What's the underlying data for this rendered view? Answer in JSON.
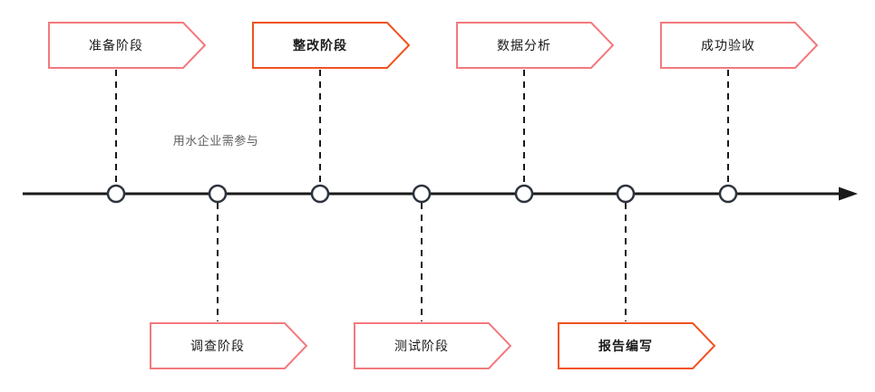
{
  "diagram": {
    "type": "timeline",
    "note": {
      "text": "用水企业需参与"
    },
    "stages": [
      {
        "label": "准备阶段",
        "side": "top",
        "highlighted": false
      },
      {
        "label": "调查阶段",
        "side": "bottom",
        "highlighted": false
      },
      {
        "label": "整改阶段",
        "side": "top",
        "highlighted": true
      },
      {
        "label": "测试阶段",
        "side": "bottom",
        "highlighted": false
      },
      {
        "label": "数据分析",
        "side": "top",
        "highlighted": false
      },
      {
        "label": "报告编写",
        "side": "bottom",
        "highlighted": true
      },
      {
        "label": "成功验收",
        "side": "top",
        "highlighted": false
      }
    ],
    "colors": {
      "stage_border_default": "#F3797E",
      "stage_border_highlight": "#F0521F",
      "timeline_line": "#1A1A1A",
      "node_stroke": "#2D333D",
      "label_text": "#1A1A1A",
      "note_text": "#5F5F5F",
      "background": "#FFFFFF"
    }
  }
}
